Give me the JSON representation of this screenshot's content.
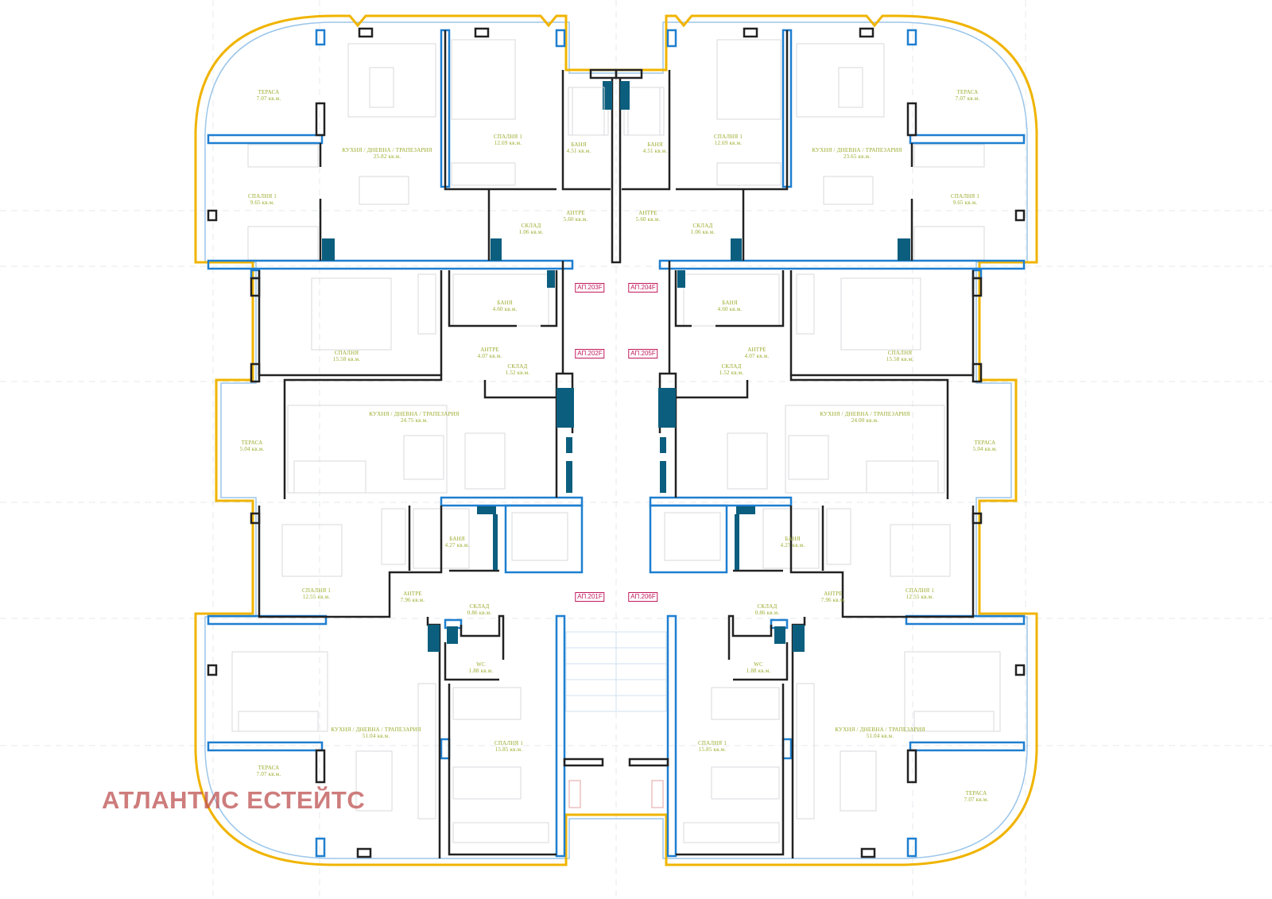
{
  "watermark": "АТЛАНТИС ЕСТЕЙТС",
  "colors": {
    "facade_outline": "#f0b400",
    "glazing": "#1e7fd0",
    "walls": "#222222",
    "shafts": "#0b5e7e",
    "room_labels": "#9bab2c",
    "apartment_tags": "#c2185b",
    "watermark": "#be5050"
  },
  "apartments": [
    {
      "code": "АП.203F"
    },
    {
      "code": "АП.204F"
    },
    {
      "code": "АП.202F"
    },
    {
      "code": "АП.205F"
    },
    {
      "code": "АП.201F"
    },
    {
      "code": "АП.206F"
    }
  ],
  "rooms": [
    {
      "name": "ТЕРАСА",
      "area": "7.07 кв.м."
    },
    {
      "name": "КУХНЯ / ДНЕВНА / ТРАПЕЗАРИЯ",
      "area": "25.82 кв.м."
    },
    {
      "name": "СПАЛНЯ 1",
      "area": "12.69 кв.м."
    },
    {
      "name": "БАНЯ",
      "area": "4.51 кв.м."
    },
    {
      "name": "СПАЛНЯ 1",
      "area": "9.65 кв.м."
    },
    {
      "name": "АНТРЕ",
      "area": "5.60 кв.м."
    },
    {
      "name": "СКЛАД",
      "area": "1.06 кв.м."
    },
    {
      "name": "БАНЯ",
      "area": "4.51 кв.м."
    },
    {
      "name": "АНТРЕ",
      "area": "5.60 кв.м."
    },
    {
      "name": "СКЛАД",
      "area": "1.06 кв.м."
    },
    {
      "name": "СПАЛНЯ 1",
      "area": "12.69 кв.м."
    },
    {
      "name": "КУХНЯ / ДНЕВНА / ТРАПЕЗАРИЯ",
      "area": "23.65 кв.м."
    },
    {
      "name": "ТЕРАСА",
      "area": "7.07 кв.м."
    },
    {
      "name": "СПАЛНЯ 1",
      "area": "9.65 кв.м."
    },
    {
      "name": "СПАЛНЯ",
      "area": "15.58 кв.м."
    },
    {
      "name": "БАНЯ",
      "area": "4.60 кв.м."
    },
    {
      "name": "АНТРЕ",
      "area": "4.07 кв.м."
    },
    {
      "name": "СКЛАД",
      "area": "1.52 кв.м."
    },
    {
      "name": "КУХНЯ / ДНЕВНА / ТРАПЕЗАРИЯ",
      "area": "24.75 кв.м."
    },
    {
      "name": "ТЕРАСА",
      "area": "5.04 кв.м."
    },
    {
      "name": "БАНЯ",
      "area": "4.60 кв.м."
    },
    {
      "name": "АНТРЕ",
      "area": "4.07 кв.м."
    },
    {
      "name": "СКЛАД",
      "area": "1.52 кв.м."
    },
    {
      "name": "СПАЛНЯ",
      "area": "15.58 кв.м."
    },
    {
      "name": "КУХНЯ / ДНЕВНА / ТРАПЕЗАРИЯ",
      "area": "24.00 кв.м."
    },
    {
      "name": "ТЕРАСА",
      "area": "5.04 кв.м."
    },
    {
      "name": "СПАЛНЯ 1",
      "area": "12.55 кв.м."
    },
    {
      "name": "БАНЯ",
      "area": "4.27 кв.м."
    },
    {
      "name": "АНТРЕ",
      "area": "7.96 кв.м."
    },
    {
      "name": "СКЛАД",
      "area": "0.86 кв.м."
    },
    {
      "name": "WC",
      "area": "1.88 кв.м."
    },
    {
      "name": "СПАЛНЯ 1",
      "area": "15.85 кв.м."
    },
    {
      "name": "КУХНЯ / ДНЕВНА / ТРАПЕЗАРИЯ",
      "area": "51.04 кв.м."
    },
    {
      "name": "ТЕРАСА",
      "area": "7.07 кв.м."
    },
    {
      "name": "БАНЯ",
      "area": "4.27 кв.м."
    },
    {
      "name": "АНТРЕ",
      "area": "7.96 кв.м."
    },
    {
      "name": "СКЛАД",
      "area": "0.86 кв.м."
    },
    {
      "name": "WC",
      "area": "1.88 кв.м."
    },
    {
      "name": "СПАЛНЯ 1",
      "area": "15.85 кв.м."
    },
    {
      "name": "КУХНЯ / ДНЕВНА / ТРАПЕЗАРИЯ",
      "area": "51.04 кв.м."
    },
    {
      "name": "ТЕРАСА",
      "area": "7.07 кв.м."
    },
    {
      "name": "СПАЛНЯ 1",
      "area": "12.55 кв.м."
    }
  ]
}
